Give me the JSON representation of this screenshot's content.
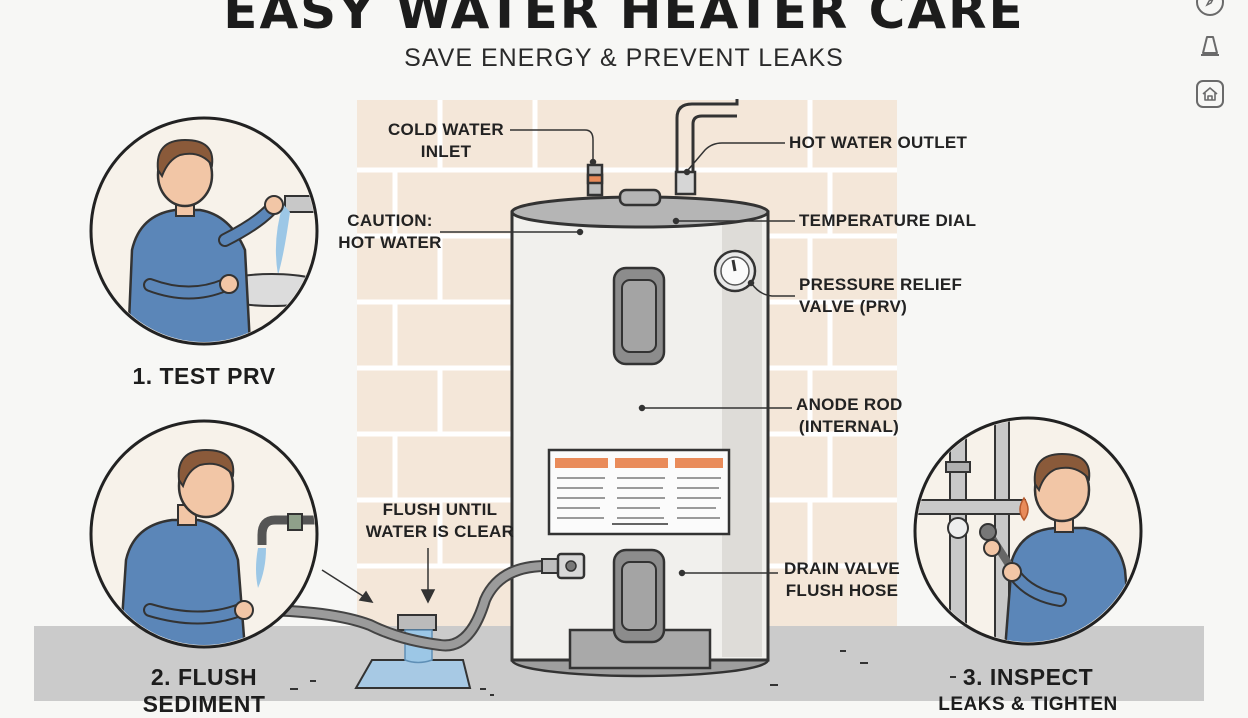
{
  "header": {
    "title": "EASY WATER HEATER CARE",
    "subtitle": "SAVE ENERGY & PREVENT LEAKS"
  },
  "labels": {
    "cold_inlet": [
      "COLD WATER",
      "INLET"
    ],
    "hot_outlet": "HOT WATER OUTLET",
    "caution": [
      "CAUTION:",
      "HOT WATER"
    ],
    "temp_dial": "TEMPERATURE DIAL",
    "prv": [
      "PRESSURE RELIEF",
      "VALVE (PRV)"
    ],
    "anode": [
      "ANODE ROD",
      "(INTERNAL)"
    ],
    "flush": [
      "FLUSH UNTIL",
      "WATER IS CLEAR"
    ],
    "drain": [
      "DRAIN VALVE",
      "FLUSH HOSE"
    ]
  },
  "steps": {
    "step1": "1. TEST PRV",
    "step2": [
      "2. FLUSH",
      "SEDIMENT"
    ],
    "step3": [
      "3. INSPECT",
      "LEAKS & TIGHTEN"
    ]
  },
  "side_toolbar": {
    "icons": [
      "compass-icon",
      "cone-icon",
      "home-icon"
    ]
  },
  "colors": {
    "brick": "#f3e6d8",
    "mortar": "#ffffff",
    "shirt": "#5b86b8",
    "water": "#9cc7e6",
    "accent": "#e98b5a",
    "floor": "#c9c9c9"
  }
}
